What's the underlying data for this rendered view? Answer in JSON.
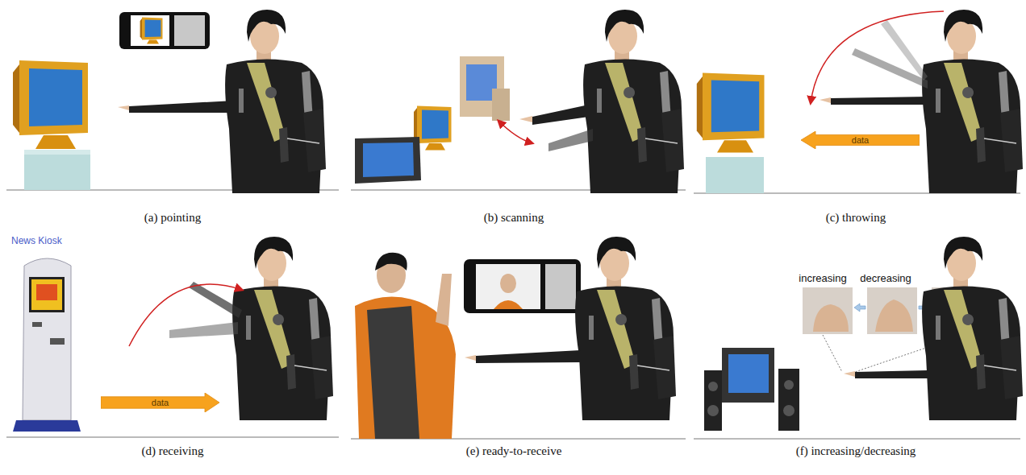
{
  "diagram": {
    "nodes": [
      {
        "text": [
          "data"
        ]
      },
      {
        "text": [
          "data"
        ]
      }
    ],
    "labels": [
      "(a) pointing",
      "(b) scanning",
      "(c) throwing",
      "News Kiosk",
      "(d) receiving",
      "(e) ready-to-receive",
      "increasing",
      "decreasing",
      "(f) increasing/decreasing"
    ]
  }
}
